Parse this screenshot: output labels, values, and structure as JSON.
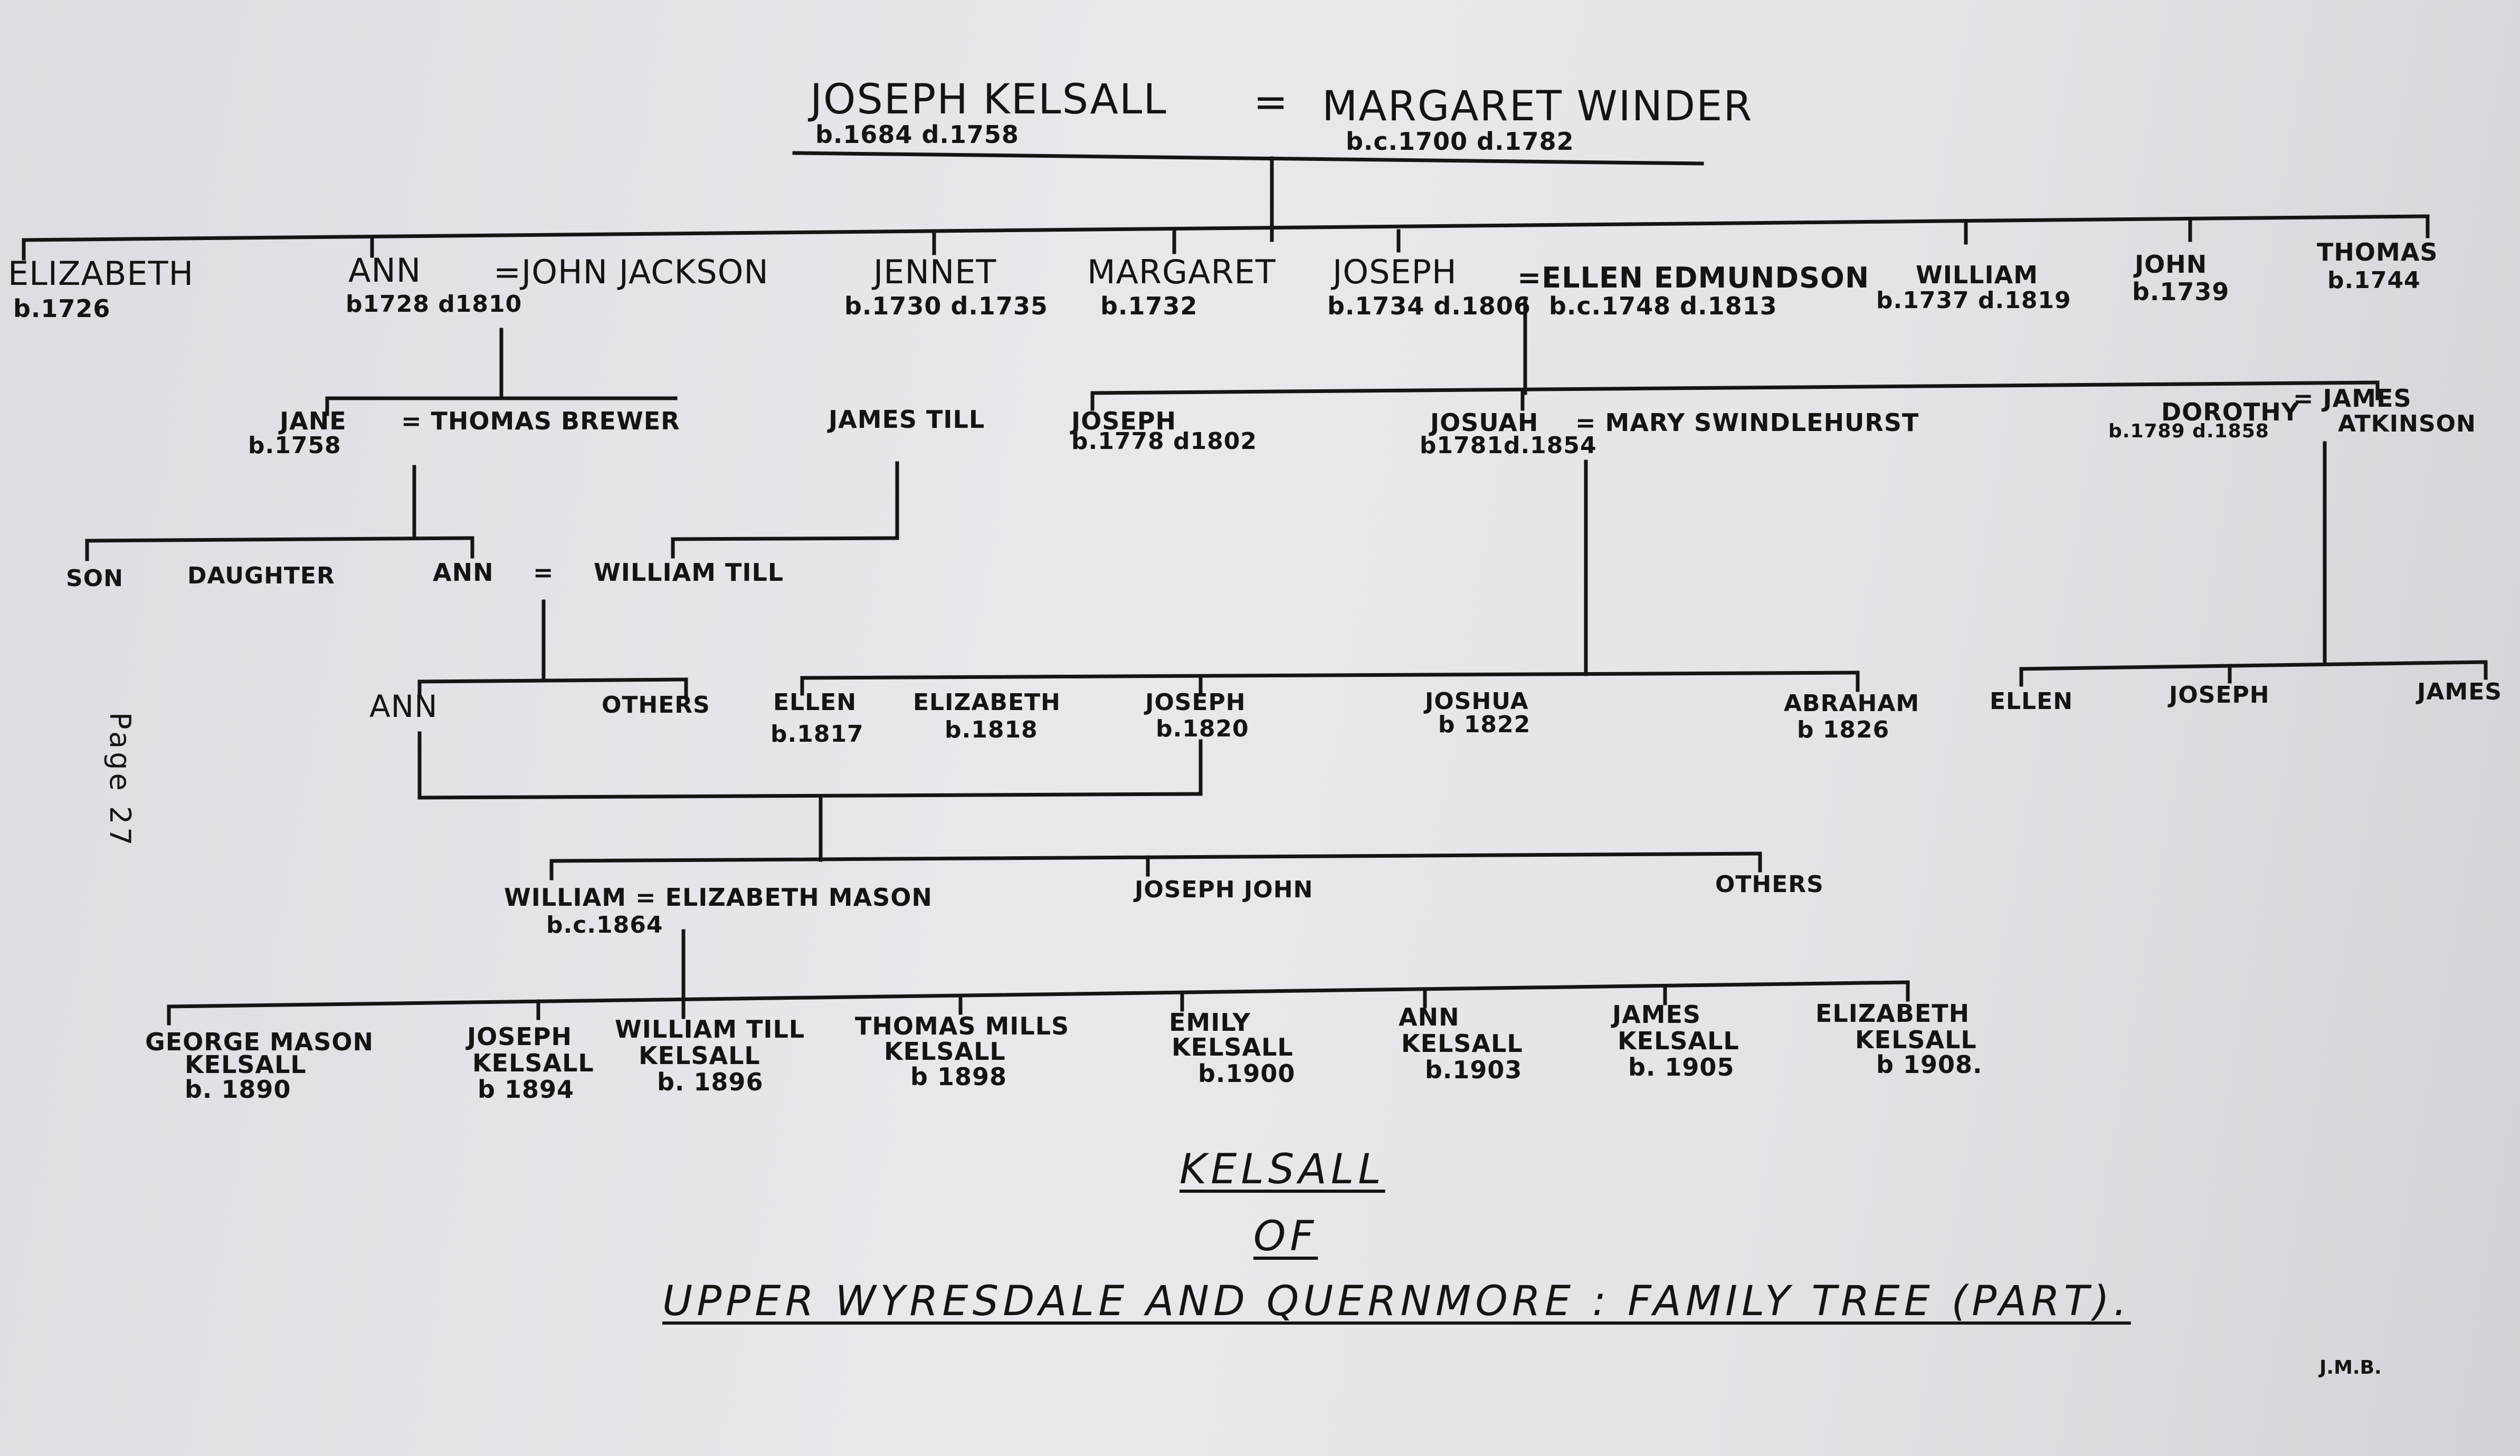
{
  "founders": {
    "joseph": {
      "name": "JOSEPH KELSALL",
      "dates": "b.1684 d.1758"
    },
    "marriage_sign": "=",
    "margaret": {
      "name": "MARGARET WINDER",
      "dates": "b.c.1700 d.1782"
    }
  },
  "gen2": {
    "elizabeth": {
      "name": "ELIZABETH",
      "dates": "b.1726"
    },
    "ann": {
      "name": "ANN",
      "dates": "b1728 d1810"
    },
    "ann_spouse": "=JOHN JACKSON",
    "jennet": {
      "name": "JENNET",
      "dates": "b.1730 d.1735"
    },
    "margaret": {
      "name": "MARGARET",
      "dates": "b.1732"
    },
    "joseph": {
      "name": "JOSEPH",
      "dates": "b.1734 d.1806"
    },
    "joseph_spouse": {
      "name": "=ELLEN EDMUNDSON",
      "dates": "b.c.1748 d.1813"
    },
    "william": {
      "name": "WILLIAM",
      "dates": "b.1737 d.1819"
    },
    "john": {
      "name": "JOHN",
      "dates": "b.1739"
    },
    "thomas": {
      "name": "THOMAS",
      "dates": "b.1744"
    }
  },
  "gen3": {
    "jane": {
      "name": "JANE",
      "dates": "b.1758"
    },
    "jane_spouse": "= THOMAS BREWER",
    "james_till": "JAMES TILL",
    "joseph": {
      "name": "JOSEPH",
      "dates": "b.1778 d1802"
    },
    "josuah": {
      "name": "JOSUAH",
      "dates": "b1781d.1854"
    },
    "josuah_spouse": "= MARY SWINDLEHURST",
    "dorothy": {
      "name": "DOROTHY",
      "dates": "b.1789 d.1858"
    },
    "dorothy_spouse": {
      "line1": "= JAMES",
      "line2": "ATKINSON"
    }
  },
  "gen4": {
    "son": "SON",
    "daughter": "DAUGHTER",
    "ann": "ANN",
    "ann_sign": "=",
    "william_till": "WILLIAM TILL",
    "ellen": {
      "name": "ELLEN",
      "dates": "b.1817"
    },
    "elizabeth": {
      "name": "ELIZABETH",
      "dates": "b.1818"
    },
    "joseph": {
      "name": "JOSEPH",
      "dates": "b.1820"
    },
    "joshua": {
      "name": "JOSHUA",
      "dates": "b 1822"
    },
    "abraham": {
      "name": "ABRAHAM",
      "dates": "b 1826"
    },
    "ellen_r": "ELLEN",
    "joseph_r": "JOSEPH",
    "james_r": "JAMES"
  },
  "gen5": {
    "ann": "ANN",
    "others": "OTHERS"
  },
  "gen6": {
    "william": {
      "name": "WILLIAM = ELIZABETH MASON",
      "dates": "b.c.1864"
    },
    "joseph_john": "JOSEPH JOHN",
    "others": "OTHERS"
  },
  "gen7": [
    {
      "l1": "GEORGE MASON",
      "l2": "KELSALL",
      "l3": "b. 1890"
    },
    {
      "l1": "JOSEPH",
      "l2": "KELSALL",
      "l3": "b 1894"
    },
    {
      "l1": "WILLIAM TILL",
      "l2": "KELSALL",
      "l3": "b. 1896"
    },
    {
      "l1": "THOMAS MILLS",
      "l2": "KELSALL",
      "l3": "b 1898"
    },
    {
      "l1": "EMILY",
      "l2": "KELSALL",
      "l3": "b.1900"
    },
    {
      "l1": "ANN",
      "l2": "KELSALL",
      "l3": "b.1903"
    },
    {
      "l1": "JAMES",
      "l2": "KELSALL",
      "l3": "b. 1905"
    },
    {
      "l1": "ELIZABETH",
      "l2": "KELSALL",
      "l3": "b 1908."
    }
  ],
  "title": {
    "line1": "KELSALL",
    "line2": "OF",
    "line3": "UPPER WYRESDALE AND QUERNMORE : FAMILY TREE (PART)."
  },
  "page_label": "Page 27",
  "initials": "J.M.B."
}
